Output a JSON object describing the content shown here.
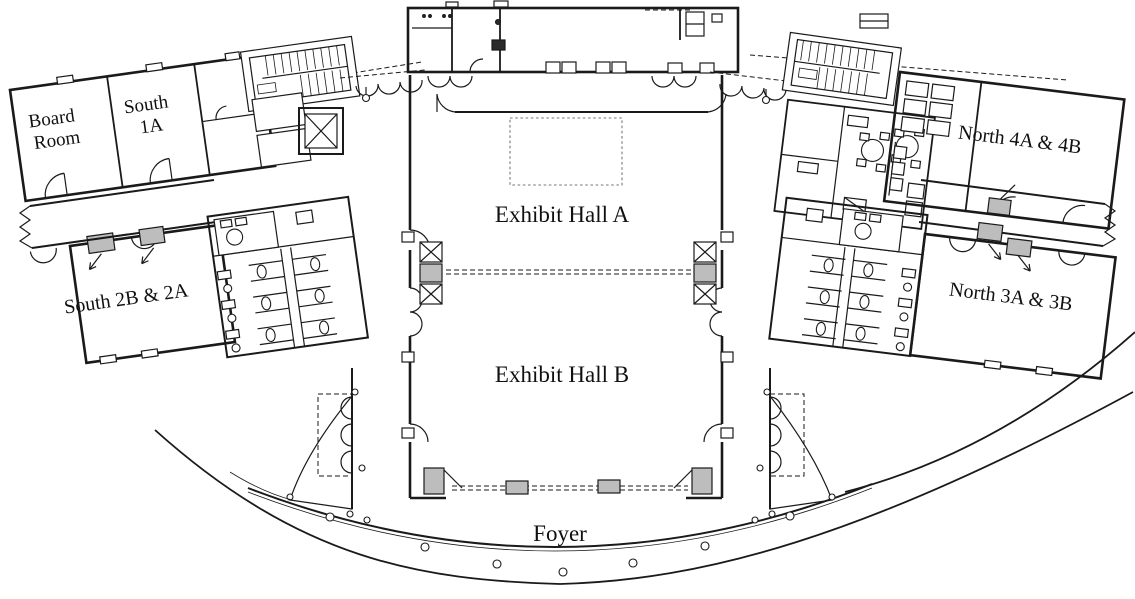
{
  "plan": {
    "rooms": {
      "board_room": {
        "line1": "Board",
        "line2": "Room"
      },
      "south_1a": {
        "line1": "South",
        "line2": "1A"
      },
      "south_2b_2a": {
        "label": "South 2B & 2A"
      },
      "north_4a_4b": {
        "label": "North 4A & 4B"
      },
      "north_3a_3b": {
        "label": "North 3A & 3B"
      },
      "exhibit_hall_a": {
        "label": "Exhibit Hall A"
      },
      "exhibit_hall_b": {
        "label": "Exhibit Hall B"
      },
      "foyer": {
        "label": "Foyer"
      }
    },
    "colors": {
      "ink": "#1a1a1a",
      "background": "#ffffff"
    }
  }
}
